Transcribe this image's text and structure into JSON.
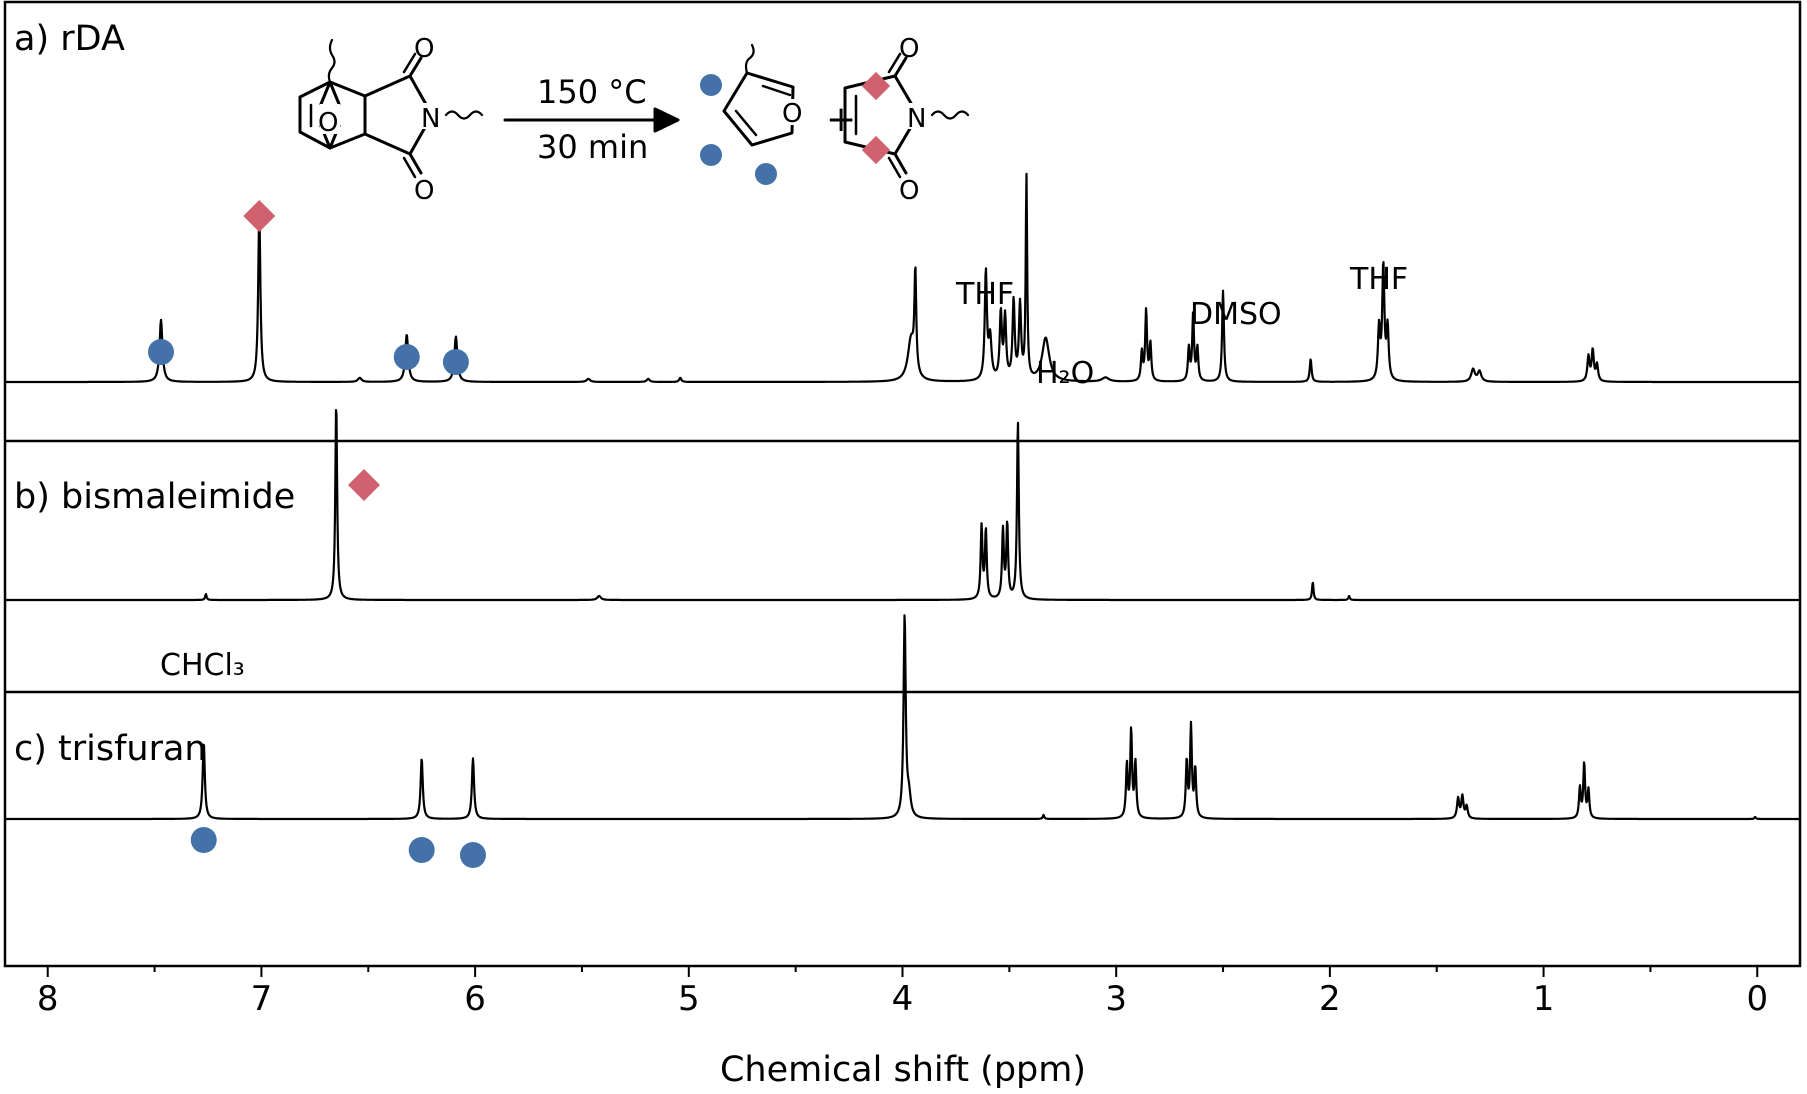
{
  "chart_data": {
    "type": "line",
    "xlabel": "Chemical shift (ppm)",
    "ylabel": "",
    "x_ticks": [
      8,
      7,
      6,
      5,
      4,
      3,
      2,
      1,
      0
    ],
    "x_tick_labels": [
      "8",
      "7",
      "6",
      "5",
      "4",
      "3",
      "2",
      "1",
      "0"
    ],
    "xlim": [
      8.2,
      -0.2
    ],
    "x_reversed": true,
    "panels": [
      {
        "label": "a) rDA",
        "ylim": [
          0,
          1
        ],
        "peaks": [
          {
            "x": 7.47,
            "h": 0.3,
            "w": 0.008
          },
          {
            "x": 7.01,
            "h": 0.83,
            "w": 0.006
          },
          {
            "x": 6.54,
            "h": 0.02,
            "w": 0.01
          },
          {
            "x": 6.32,
            "h": 0.23,
            "w": 0.008
          },
          {
            "x": 6.09,
            "h": 0.22,
            "w": 0.008
          },
          {
            "x": 5.47,
            "h": 0.015,
            "w": 0.01
          },
          {
            "x": 5.19,
            "h": 0.015,
            "w": 0.008
          },
          {
            "x": 5.04,
            "h": 0.02,
            "w": 0.006
          },
          {
            "x": 3.96,
            "h": 0.2,
            "w": 0.018
          },
          {
            "x": 3.94,
            "h": 0.48,
            "w": 0.005
          },
          {
            "x": 3.61,
            "h": 0.52,
            "w": 0.006
          },
          {
            "x": 3.59,
            "h": 0.2,
            "w": 0.008
          },
          {
            "x": 3.54,
            "h": 0.32,
            "w": 0.006
          },
          {
            "x": 3.52,
            "h": 0.3,
            "w": 0.006
          },
          {
            "x": 3.48,
            "h": 0.38,
            "w": 0.006
          },
          {
            "x": 3.45,
            "h": 0.36,
            "w": 0.006
          },
          {
            "x": 3.42,
            "h": 0.98,
            "w": 0.004
          },
          {
            "x": 3.33,
            "h": 0.21,
            "w": 0.02
          },
          {
            "x": 3.05,
            "h": 0.02,
            "w": 0.02
          },
          {
            "x": 2.88,
            "h": 0.14,
            "w": 0.005
          },
          {
            "x": 2.86,
            "h": 0.34,
            "w": 0.005
          },
          {
            "x": 2.84,
            "h": 0.18,
            "w": 0.005
          },
          {
            "x": 2.66,
            "h": 0.16,
            "w": 0.005
          },
          {
            "x": 2.64,
            "h": 0.32,
            "w": 0.005
          },
          {
            "x": 2.62,
            "h": 0.16,
            "w": 0.005
          },
          {
            "x": 2.5,
            "h": 0.44,
            "w": 0.005
          },
          {
            "x": 2.09,
            "h": 0.11,
            "w": 0.005
          },
          {
            "x": 1.77,
            "h": 0.25,
            "w": 0.006
          },
          {
            "x": 1.75,
            "h": 0.55,
            "w": 0.006
          },
          {
            "x": 1.73,
            "h": 0.25,
            "w": 0.006
          },
          {
            "x": 1.33,
            "h": 0.06,
            "w": 0.01
          },
          {
            "x": 1.3,
            "h": 0.05,
            "w": 0.01
          },
          {
            "x": 0.79,
            "h": 0.12,
            "w": 0.006
          },
          {
            "x": 0.77,
            "h": 0.15,
            "w": 0.006
          },
          {
            "x": 0.75,
            "h": 0.08,
            "w": 0.006
          }
        ],
        "annotations": [
          "THF",
          "H₂O",
          "DMSO",
          "THF"
        ]
      },
      {
        "label": "b) bismaleimide",
        "ylim": [
          0,
          1
        ],
        "peaks": [
          {
            "x": 7.26,
            "h": 0.03,
            "w": 0.004
          },
          {
            "x": 6.65,
            "h": 0.98,
            "w": 0.005
          },
          {
            "x": 5.42,
            "h": 0.02,
            "w": 0.01
          },
          {
            "x": 3.63,
            "h": 0.36,
            "w": 0.005
          },
          {
            "x": 3.61,
            "h": 0.34,
            "w": 0.005
          },
          {
            "x": 3.53,
            "h": 0.34,
            "w": 0.005
          },
          {
            "x": 3.51,
            "h": 0.37,
            "w": 0.005
          },
          {
            "x": 3.46,
            "h": 0.88,
            "w": 0.005
          },
          {
            "x": 2.08,
            "h": 0.09,
            "w": 0.004
          },
          {
            "x": 1.91,
            "h": 0.02,
            "w": 0.004
          }
        ],
        "annotations": [
          "CHCl₃"
        ]
      },
      {
        "label": "c) trisfuran",
        "ylim": [
          0,
          1
        ],
        "peaks": [
          {
            "x": 7.27,
            "h": 0.38,
            "w": 0.006
          },
          {
            "x": 6.25,
            "h": 0.3,
            "w": 0.006
          },
          {
            "x": 6.01,
            "h": 0.3,
            "w": 0.006
          },
          {
            "x": 3.99,
            "h": 1.0,
            "w": 0.006
          },
          {
            "x": 3.97,
            "h": 0.1,
            "w": 0.01
          },
          {
            "x": 3.34,
            "h": 0.02,
            "w": 0.004
          },
          {
            "x": 2.95,
            "h": 0.26,
            "w": 0.005
          },
          {
            "x": 2.93,
            "h": 0.43,
            "w": 0.005
          },
          {
            "x": 2.91,
            "h": 0.27,
            "w": 0.005
          },
          {
            "x": 2.67,
            "h": 0.28,
            "w": 0.005
          },
          {
            "x": 2.65,
            "h": 0.45,
            "w": 0.005
          },
          {
            "x": 2.63,
            "h": 0.24,
            "w": 0.005
          },
          {
            "x": 1.4,
            "h": 0.1,
            "w": 0.006
          },
          {
            "x": 1.38,
            "h": 0.11,
            "w": 0.006
          },
          {
            "x": 1.36,
            "h": 0.06,
            "w": 0.006
          },
          {
            "x": 0.83,
            "h": 0.15,
            "w": 0.005
          },
          {
            "x": 0.81,
            "h": 0.27,
            "w": 0.005
          },
          {
            "x": 0.79,
            "h": 0.14,
            "w": 0.005
          },
          {
            "x": 0.01,
            "h": 0.01,
            "w": 0.004
          }
        ],
        "annotations": []
      }
    ],
    "markers": {
      "furan_color": "#4472a8",
      "maleimide_color": "#d1616f",
      "rDA_furan_ppm": [
        7.47,
        6.32,
        6.09
      ],
      "rDA_maleimide_ppm": [
        7.01
      ],
      "bismaleimide_maleimide_ppm": [
        6.65
      ],
      "trisfuran_furan_ppm": [
        7.27,
        6.25,
        6.01
      ]
    },
    "scheme": {
      "condition_top": "150 °C",
      "condition_bottom": "30 min",
      "plus": "+",
      "atoms": {
        "O": "O",
        "N": "N"
      }
    },
    "grid": false,
    "line_color": "#000000"
  }
}
